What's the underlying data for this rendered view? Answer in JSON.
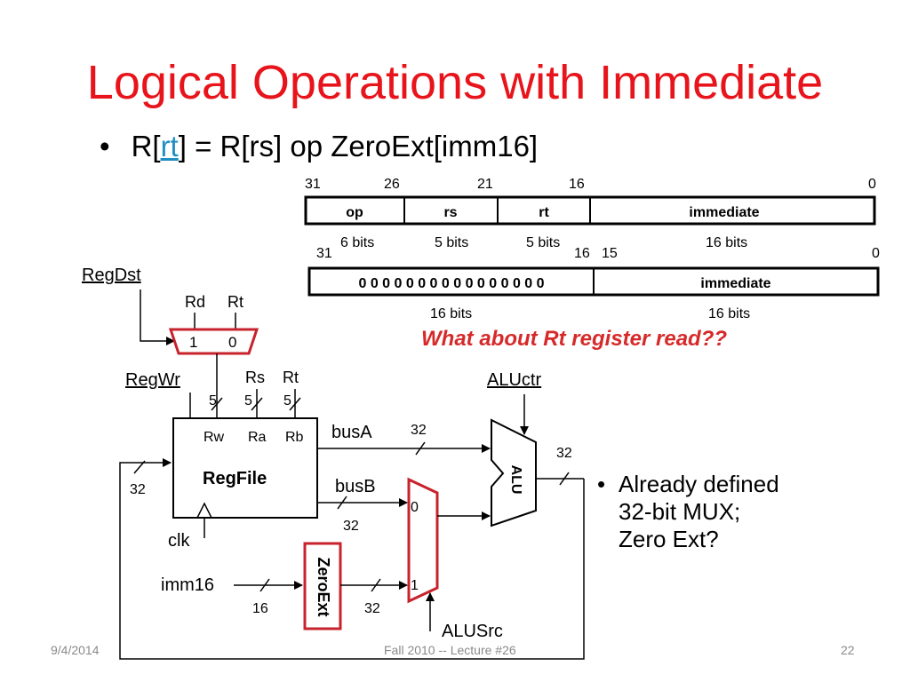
{
  "slide": {
    "title": "Logical Operations with Immediate",
    "bullet_prefix": "R[",
    "bullet_rt": "rt",
    "bullet_suffix": "] = R[rs] op ZeroExt[imm16]",
    "question": "What about Rt register read??",
    "side_bullet": [
      "Already defined",
      "32-bit MUX;",
      "Zero Ext?"
    ]
  },
  "format1": {
    "bit_labels": [
      "31",
      "26",
      "21",
      "16",
      "0"
    ],
    "fields": [
      "op",
      "rs",
      "rt",
      "immediate"
    ],
    "field_sizes": [
      "6 bits",
      "5 bits",
      "5 bits",
      "16 bits"
    ]
  },
  "format2": {
    "bit_labels": [
      "31",
      "16",
      "15",
      "0"
    ],
    "fields": [
      "0 0 0 0 0 0 0 0 0 0 0 0 0 0 0 0",
      "immediate"
    ],
    "field_sizes": [
      "16 bits",
      "16 bits"
    ]
  },
  "datapath": {
    "regdst": "RegDst",
    "mux_rd": "Rd",
    "mux_rt": "Rt",
    "mux_in1": "1",
    "mux_in0": "0",
    "regwr": "RegWr",
    "rs": "Rs",
    "rt": "Rt",
    "width5": "5",
    "regfile": "RegFile",
    "rw": "Rw",
    "ra": "Ra",
    "rb": "Rb",
    "clk": "clk",
    "busa": "busA",
    "busb": "busB",
    "width32": "32",
    "aluctr": "ALUctr",
    "alu": "ALU",
    "alusrc_in0": "0",
    "alusrc_in1": "1",
    "alusrc": "ALUSrc",
    "zeroext": "ZeroExt",
    "imm16": "imm16",
    "width16": "16"
  },
  "footer": {
    "date": "9/4/2014",
    "center": "Fall 2010 -- Lecture #26",
    "page": "22"
  },
  "colors": {
    "title": "#e8141b",
    "accent_red": "#d62a2a",
    "link": "#1f8fc4"
  }
}
